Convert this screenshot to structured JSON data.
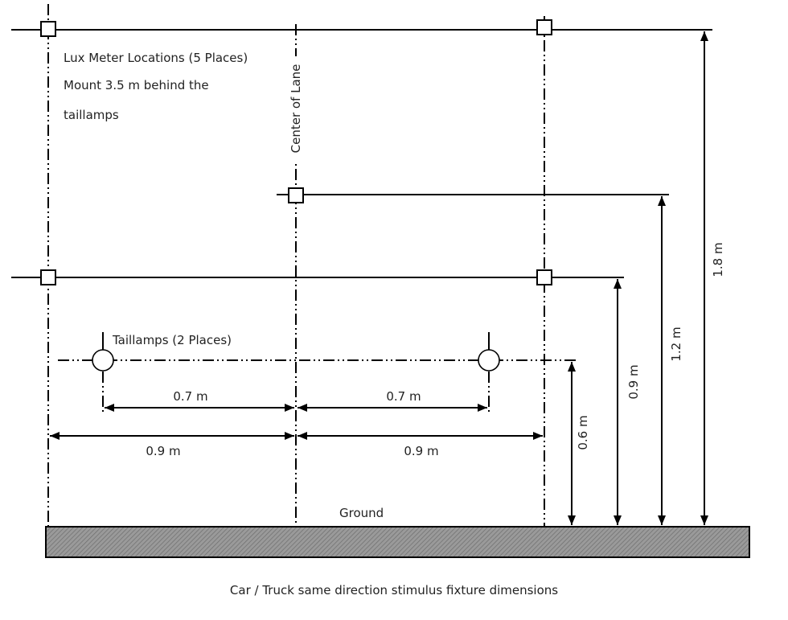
{
  "labels": {
    "lux_line1": "Lux Meter Locations (5 Places)",
    "lux_line2": "Mount 3.5 m  behind the",
    "lux_line3": "taillamps",
    "center_of_lane": "Center of Lane",
    "taillamps": "Taillamps (2 Places)",
    "ground": "Ground",
    "caption": "Car / Truck same direction stimulus fixture dimensions"
  },
  "dimensions": {
    "lamp_to_center_left": "0.7 m",
    "lamp_to_center_right": "0.7 m",
    "outer_to_center_left": "0.9 m",
    "outer_to_center_right": "0.9 m",
    "height_taillamp": "0.6 m",
    "height_low_meters": "0.9 m",
    "height_center_meter": "1.2 m",
    "height_top_meters": "1.8 m"
  }
}
